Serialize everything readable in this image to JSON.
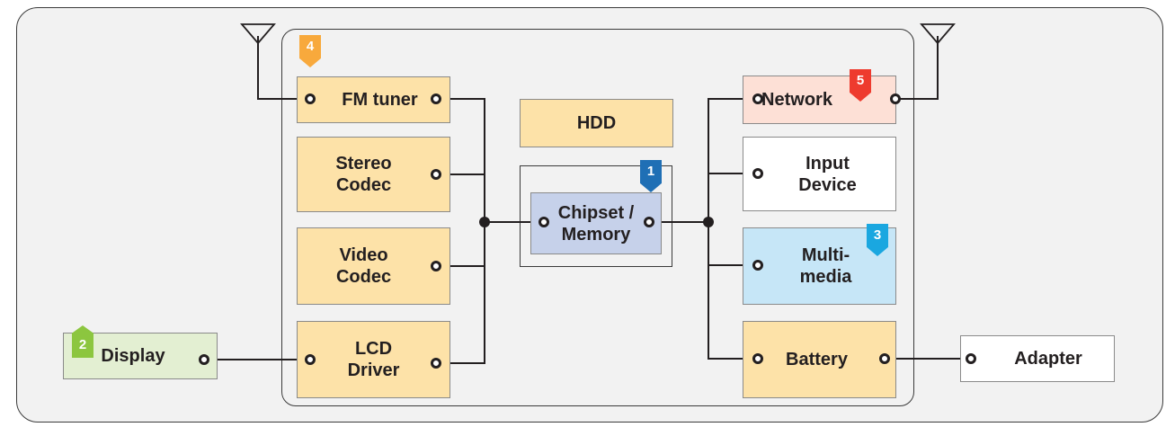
{
  "blocks": {
    "fm_tuner": "FM tuner",
    "hdd": "HDD",
    "stereo_codec": "Stereo\nCodec",
    "video_codec": "Video\nCodec",
    "lcd_driver": "LCD\nDriver",
    "chipset_memory": "Chipset /\nMemory",
    "network": "Network",
    "input_device": "Input\nDevice",
    "multimedia": "Multi-\nmedia",
    "battery": "Battery",
    "display": "Display",
    "adapter": "Adapter"
  },
  "badges": {
    "chipset": "1",
    "display": "2",
    "multimedia": "3",
    "fm_tuner": "4",
    "network": "5"
  },
  "colors": {
    "block_orange": "#fde2a8",
    "chipset_blue": "#c6d1ea",
    "network_pink": "#fde0d6",
    "multimedia_blue": "#c6e6f7",
    "display_green": "#e3efd2",
    "badge_1": "#1f6fb5",
    "badge_2": "#8cc63f",
    "badge_3": "#1aa7e0",
    "badge_4": "#f8a93c",
    "badge_5": "#ee3b2e"
  }
}
